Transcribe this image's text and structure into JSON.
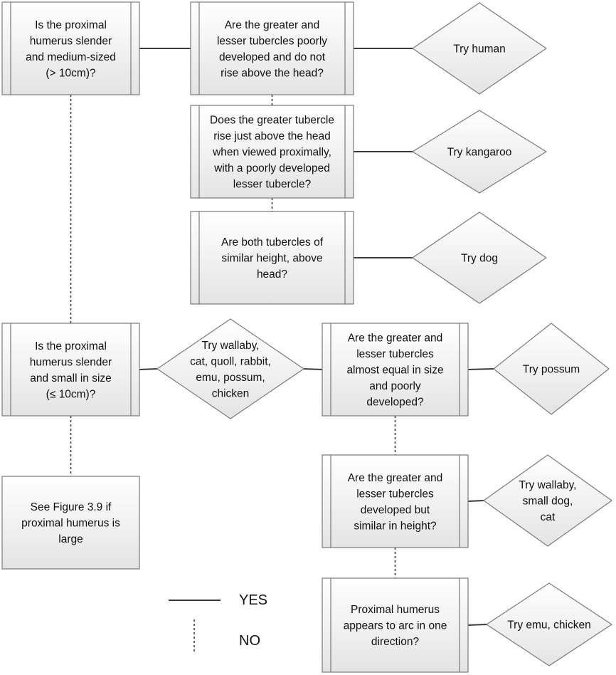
{
  "flowchart": {
    "nodes": [
      {
        "id": "q-medium",
        "shape": "process",
        "lines": [
          "Is the proximal",
          "humerus slender",
          "and medium-sized",
          "(> 10cm)?"
        ]
      },
      {
        "id": "q-poor-tubercles",
        "shape": "process",
        "lines": [
          "Are the greater and",
          "lesser tubercles poorly",
          "developed and do not",
          "rise above the head?"
        ]
      },
      {
        "id": "r-human",
        "shape": "decision",
        "lines": [
          "Try human"
        ]
      },
      {
        "id": "q-greater-rises",
        "shape": "process",
        "lines": [
          "Does the greater tubercle",
          "rise just above the head",
          "when viewed proximally,",
          "with a poorly developed",
          "lesser tubercle?"
        ]
      },
      {
        "id": "r-kangaroo",
        "shape": "decision",
        "lines": [
          "Try kangaroo"
        ]
      },
      {
        "id": "q-both-similar",
        "shape": "process",
        "lines": [
          "Are both tubercles of",
          "similar height, above",
          "head?"
        ]
      },
      {
        "id": "r-dog",
        "shape": "decision",
        "lines": [
          "Try dog"
        ]
      },
      {
        "id": "q-small",
        "shape": "process",
        "lines": [
          "Is the proximal",
          "humerus slender",
          "and small in size",
          "(≤ 10cm)?"
        ]
      },
      {
        "id": "r-wallaby-group",
        "shape": "decision",
        "lines": [
          "Try wallaby,",
          "cat, quoll, rabbit,",
          "emu, possum,",
          "chicken"
        ]
      },
      {
        "id": "q-equal-poor",
        "shape": "process",
        "lines": [
          "Are the greater and",
          "lesser tubercles",
          "almost equal in size",
          "and poorly",
          "developed?"
        ]
      },
      {
        "id": "r-possum",
        "shape": "decision",
        "lines": [
          "Try possum"
        ]
      },
      {
        "id": "q-developed-similar",
        "shape": "process",
        "lines": [
          "Are the greater and",
          "lesser tubercles",
          "developed but",
          "similar in height?"
        ]
      },
      {
        "id": "r-wallaby-dog-cat",
        "shape": "decision",
        "lines": [
          "Try wallaby,",
          "small dog,",
          "cat"
        ]
      },
      {
        "id": "q-arc",
        "shape": "process",
        "lines": [
          "Proximal humerus",
          "appears to arc in one",
          "direction?"
        ]
      },
      {
        "id": "r-emu-chicken",
        "shape": "decision",
        "lines": [
          "Try emu, chicken"
        ]
      },
      {
        "id": "n-see-fig",
        "shape": "plain",
        "lines": [
          "See Figure 3.9 if",
          "proximal humerus is",
          "large"
        ]
      }
    ],
    "edges": [
      {
        "from": "q-medium",
        "to": "q-poor-tubercles",
        "type": "yes"
      },
      {
        "from": "q-poor-tubercles",
        "to": "r-human",
        "type": "yes"
      },
      {
        "from": "q-poor-tubercles",
        "to": "q-greater-rises",
        "type": "no"
      },
      {
        "from": "q-greater-rises",
        "to": "r-kangaroo",
        "type": "yes"
      },
      {
        "from": "q-greater-rises",
        "to": "q-both-similar",
        "type": "no"
      },
      {
        "from": "q-both-similar",
        "to": "r-dog",
        "type": "yes"
      },
      {
        "from": "q-medium",
        "to": "q-small",
        "type": "no"
      },
      {
        "from": "q-small",
        "to": "r-wallaby-group",
        "type": "yes"
      },
      {
        "from": "r-wallaby-group",
        "to": "q-equal-poor",
        "type": "yes"
      },
      {
        "from": "q-equal-poor",
        "to": "r-possum",
        "type": "yes"
      },
      {
        "from": "q-equal-poor",
        "to": "q-developed-similar",
        "type": "no"
      },
      {
        "from": "q-developed-similar",
        "to": "r-wallaby-dog-cat",
        "type": "yes"
      },
      {
        "from": "q-developed-similar",
        "to": "q-arc",
        "type": "no"
      },
      {
        "from": "q-arc",
        "to": "r-emu-chicken",
        "type": "yes"
      },
      {
        "from": "q-small",
        "to": "n-see-fig",
        "type": "no"
      }
    ]
  },
  "legend": {
    "yes_label": "YES",
    "no_label": "NO"
  },
  "colors": {
    "box_fill_top": "#ffffff",
    "box_fill_bottom": "#e4e4e4",
    "stroke": "#7a7a7a",
    "line": "#3a3a3a",
    "text": "#111111"
  }
}
